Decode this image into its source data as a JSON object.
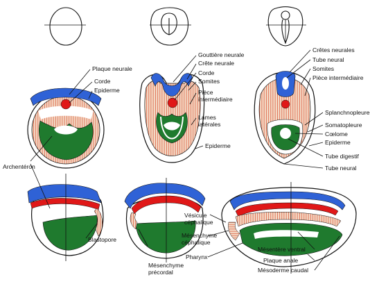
{
  "colors": {
    "neural": "#2f62d6",
    "chorda": "#e01818",
    "mesoderm_fill": "#f3d8c4",
    "mesoderm_hatch": "#d84a2a",
    "endoderm": "#1f7a2e",
    "outline": "#111111",
    "leader": "#111111"
  },
  "labels": {
    "plaque_neurale": "Plaque neurale",
    "corde_1": "Corde",
    "epiderme_1": "Epiderme",
    "archenteron": "Archentéron",
    "blastopore": "Blastopore",
    "gouttiere_neurale": "Gouttière neurale",
    "crete_neurale": "Crête neurale",
    "corde_2": "Corde",
    "somites_1": "Somites",
    "piece_intermediaire_1_l1": "Pièce",
    "piece_intermediaire_1_l2": "intermédiaire",
    "lames_laterales_l1": "Lames",
    "lames_laterales_l2": "latérales",
    "epiderme_2": "Epiderme",
    "mesenchyme_precordal_l1": "Mésenchyme",
    "mesenchyme_precordal_l2": "précordal",
    "vesicule_cephalique_l1": "Vésicule",
    "vesicule_cephalique_l2": "céphalique",
    "mesenchyme_cephalique_l1": "Mésenchyme",
    "mesenchyme_cephalique_l2": "céphalique",
    "pharynx": "Pharynx",
    "cretes_neurales": "Crêtes neurales",
    "tube_neural_1": "Tube neural",
    "somites_2": "Somites",
    "piece_intermediaire_2": "Pièce intermédiaire",
    "splanchnopleure": "Splanchnopleure",
    "somatopleure": "Somatopleure",
    "coelome": "Cœlome",
    "epiderme_3": "Epiderme",
    "tube_digestif": "Tube digestif",
    "tube_neural_2": "Tube neural",
    "mesentere_ventral": "Mésentère ventral",
    "plaque_anale": "Plaque anale",
    "mesoderme_caudal": "Mésoderme caudal"
  }
}
